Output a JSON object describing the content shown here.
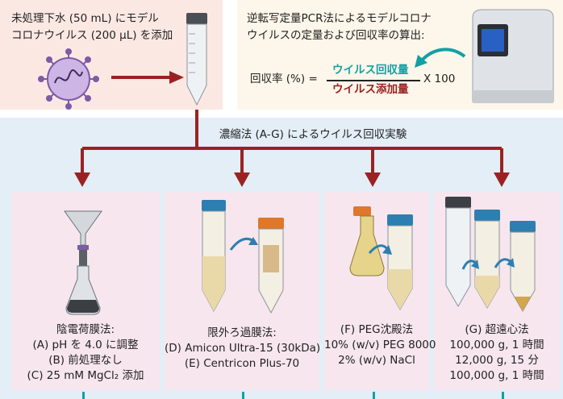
{
  "top_left": {
    "line1": "未処理下水 (50 mL) にモデル",
    "line2": "コロナウイルス (200 μL) を添加"
  },
  "top_right": {
    "line1": "逆転写定量PCR法によるモデルコロナ",
    "line2": "ウイルスの定量および回収率の算出:",
    "formula_label": "回収率 (%) =",
    "numerator": "ウイルス回収量",
    "denominator": "ウイルス添加量",
    "multiplier": "X 100"
  },
  "experiment_label": "濃縮法 (A-G) によるウイルス回収実験",
  "methods": [
    {
      "title": "陰電荷膜法:",
      "lines": [
        "(A) pH を 4.0 に調整",
        "(B) 前処理なし",
        "(C) 25 mM MgCl₂ 添加"
      ]
    },
    {
      "title": "限外ろ過膜法:",
      "lines": [
        "(D) Amicon Ultra-15 (30kDa)",
        "(E) Centricon Plus-70"
      ]
    },
    {
      "title": "(F) PEG沈殿法",
      "lines": [
        "10% (w/v) PEG 8000",
        "2% (w/v) NaCl"
      ]
    },
    {
      "title": "(G) 超遠心法",
      "lines": [
        "100,000 g, 1 時間",
        "12,000 g, 15 分",
        "100,000 g, 1 時間"
      ]
    }
  ],
  "colors": {
    "red_arrow": "#9b2222",
    "teal": "#13a0a3",
    "dark_red": "#9b2222",
    "cap_blue": "#2c7fb0",
    "cap_orange": "#e0772a"
  }
}
